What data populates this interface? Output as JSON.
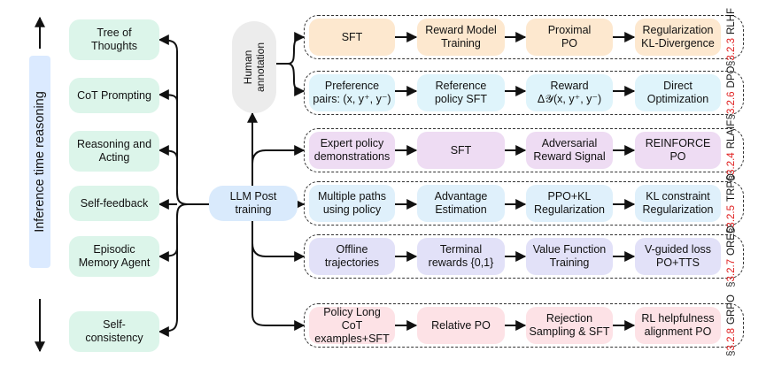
{
  "inference_label": "Inference time reasoning",
  "human_annotation": "Human\nannotation",
  "center_label": "LLM Post\ntraining",
  "left_items": [
    "Tree of\nThoughts",
    "CoT Prompting",
    "Reasoning and\nActing",
    "Self-feedback",
    "Episodic\nMemory Agent",
    "Self-\nconsistency"
  ],
  "rows": [
    {
      "steps": [
        "SFT",
        "Reward Model\nTraining",
        "Proximal\nPO",
        "Regularization\nKL-Divergence"
      ],
      "section": "§3.2.3",
      "name": "RLHF"
    },
    {
      "steps": [
        "Preference\npairs: (x, y⁺, y⁻)",
        "Reference\npolicy SFT",
        "Reward\nΔ𝒴(x, y⁺, y⁻)",
        "Direct\nOptimization"
      ],
      "section": "§3.2.6",
      "name": "DPO"
    },
    {
      "steps": [
        "Expert policy\ndemonstrations",
        "SFT",
        "Adversarial\nReward Signal",
        "REINFORCE PO"
      ],
      "section": "§3.2.4",
      "name": "RLAIF"
    },
    {
      "steps": [
        "Multiple paths\nusing policy",
        "Advantage\nEstimation",
        "PPO+KL\nRegularization",
        "KL constraint\nRegularization"
      ],
      "section": "§3.2.5",
      "name": "TRPO"
    },
    {
      "steps": [
        "Offline\ntrajectories",
        "Terminal\nrewards {0,1}",
        "Value Function\nTraining",
        "V-guided loss\nPO+TTS"
      ],
      "section": "§3.2.7",
      "name": "OREO"
    },
    {
      "steps": [
        "Policy Long CoT\nexamples+SFT",
        "Relative PO",
        "Rejection\nSampling & SFT",
        "RL helpfulness\nalignment PO"
      ],
      "section": "§3.2.8",
      "name": "GRPO"
    }
  ],
  "colors": {
    "left_pill": "#dcf5ea",
    "inference_bar": "#dbeaff",
    "center": "#d9eafc",
    "human": "#ececec",
    "row_fills": [
      [
        "#fde8cf",
        "#fde8cf",
        "#fde8cf",
        "#fde8cf"
      ],
      [
        "#dff4fb",
        "#dff4fb",
        "#dff4fb",
        "#dff4fb"
      ],
      [
        "#eedcf3",
        "#eedcf3",
        "#eedcf3",
        "#eedcf3"
      ],
      [
        "#dff0fb",
        "#dff0fb",
        "#dff0fb",
        "#dff0fb"
      ],
      [
        "#e2e1f8",
        "#e2e1f8",
        "#e2e1f8",
        "#e2e1f8"
      ],
      [
        "#fde2e6",
        "#fde2e6",
        "#fde2e6",
        "#fde2e6"
      ]
    ]
  }
}
